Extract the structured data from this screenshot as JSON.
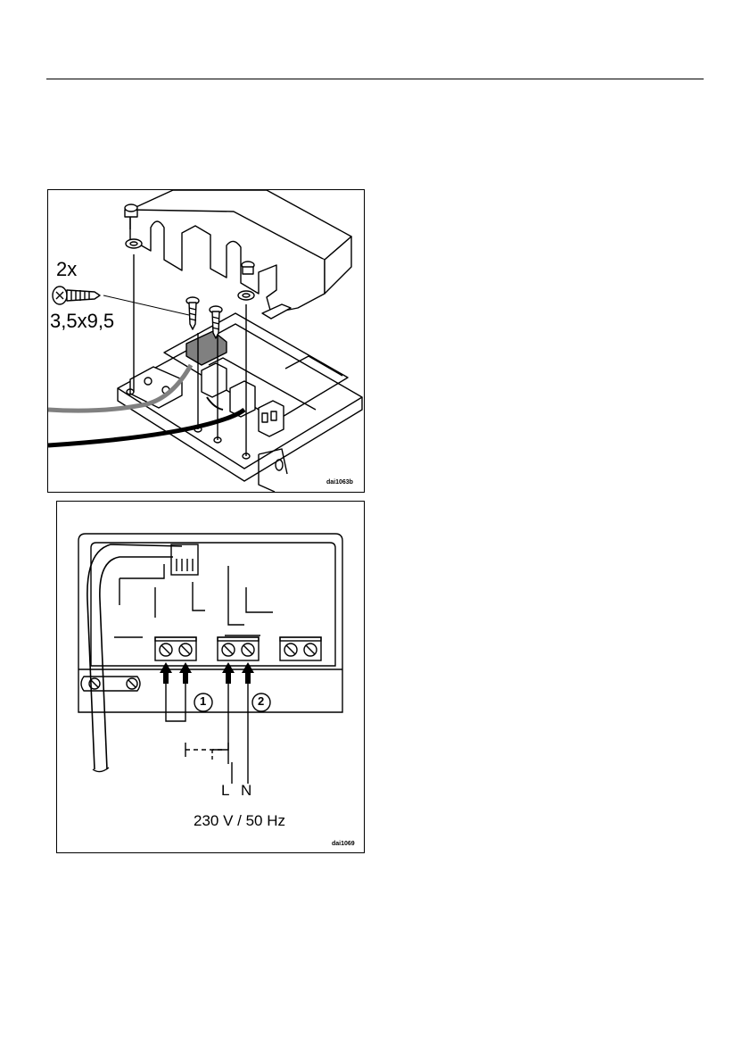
{
  "figure1": {
    "quantity": "2x",
    "screw_size": "3,5x9,5",
    "drawing_code": "dai1063b"
  },
  "figure2": {
    "marker_1": "1",
    "marker_2": "2",
    "line_label": "L",
    "neutral_label": "N",
    "supply": "230 V / 50 Hz",
    "drawing_code": "dai1069"
  }
}
